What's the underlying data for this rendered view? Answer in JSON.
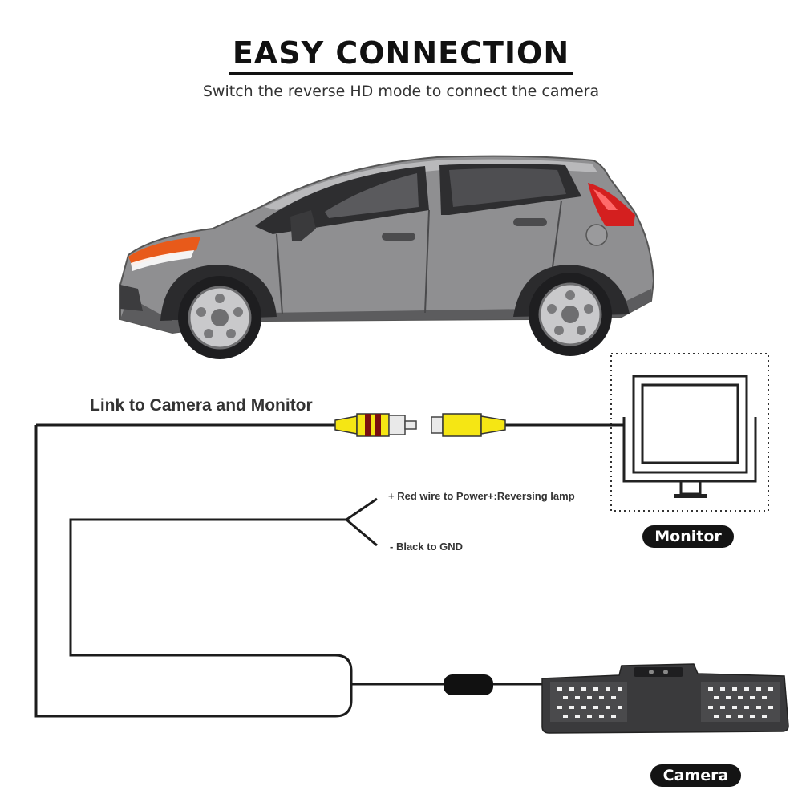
{
  "header": {
    "title": "EASY CONNECTION",
    "subtitle": "Switch the reverse HD mode to connect the camera"
  },
  "labels": {
    "link": "Link to Camera and Monitor",
    "red_wire": "+ Red wire to Power+:Reversing lamp",
    "black_wire": "- Black to GND"
  },
  "badges": {
    "monitor": "Monitor",
    "camera": "Camera"
  },
  "colors": {
    "rca_yellow": "#f5e614",
    "rca_red": "#7a1010",
    "car_body": "#8c8c8e",
    "tail_light": "#d41f1f",
    "badge_bg": "#141414"
  }
}
